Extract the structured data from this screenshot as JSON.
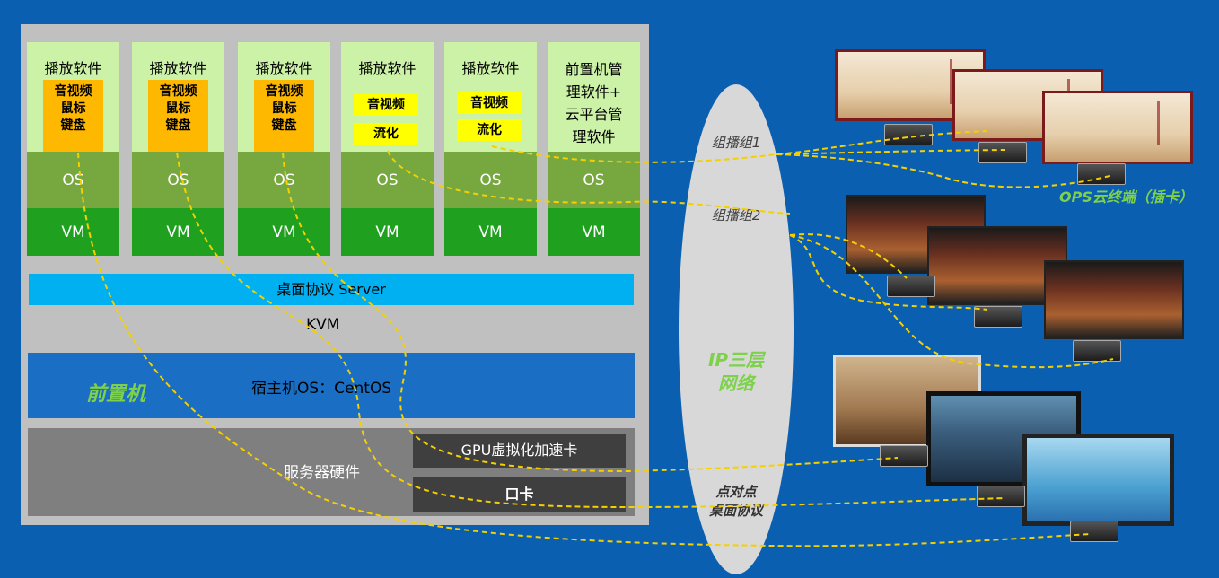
{
  "columns": [
    {
      "type": "player",
      "title": "播放软件",
      "module_lines": [
        "音视频",
        "鼠标",
        "键盘"
      ],
      "os": "OS",
      "vm": "VM"
    },
    {
      "type": "player",
      "title": "播放软件",
      "module_lines": [
        "音视频",
        "鼠标",
        "键盘"
      ],
      "os": "OS",
      "vm": "VM"
    },
    {
      "type": "player",
      "title": "播放软件",
      "module_lines": [
        "音视频",
        "鼠标",
        "键盘"
      ],
      "os": "OS",
      "vm": "VM"
    },
    {
      "type": "stream",
      "title": "播放软件",
      "badges": [
        "音视频",
        "流化"
      ],
      "os": "OS",
      "vm": "VM"
    },
    {
      "type": "stream",
      "title": "播放软件",
      "badges": [
        "音视频",
        "流化"
      ],
      "os": "OS",
      "vm": "VM"
    },
    {
      "type": "mgmt",
      "title_lines": [
        "前置机管",
        "理软件+",
        "云平台管",
        "理软件"
      ],
      "os": "OS",
      "vm": "VM"
    }
  ],
  "protocol_server": "桌面协议 Server",
  "kvm": "KVM",
  "host_os": "宿主机OS：CentOS",
  "front_machine": "前置机",
  "hardware": {
    "label": "服务器硬件",
    "gpu": "GPU虚拟化加速卡",
    "card": "口卡"
  },
  "network": {
    "group1": "组播组1",
    "group2": "组播组2",
    "ip_lines": [
      "IP三层",
      "网络"
    ],
    "p2p_lines": [
      "点对点",
      "桌面协议"
    ]
  },
  "ops_label": "OPS云终端（插卡）",
  "colors": {
    "background": "#0a5fb0",
    "line": "#f5d000",
    "accent_green": "#7dd14b"
  }
}
